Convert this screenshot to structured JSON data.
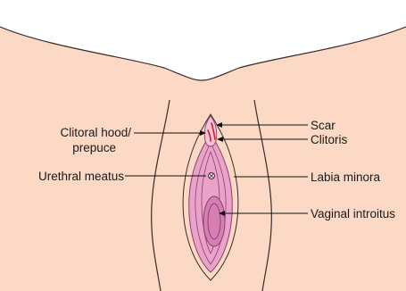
{
  "labels": {
    "clitoral_hood_line1": "Clitoral hood/",
    "clitoral_hood_line2": "prepuce",
    "urethral_meatus": "Urethral meatus",
    "scar": "Scar",
    "clitoris": "Clitoris",
    "labia_minora": "Labia minora",
    "vaginal_introitus": "Vaginal introitus"
  },
  "colors": {
    "skin": "#fbd9c4",
    "upper_area": "#ffffff",
    "labia_minora": "#e9a3c9",
    "labia_outline": "#8e3d73",
    "introitus": "#d67fb3",
    "scar": "#d81e1e",
    "outline": "#3a2a2a"
  }
}
